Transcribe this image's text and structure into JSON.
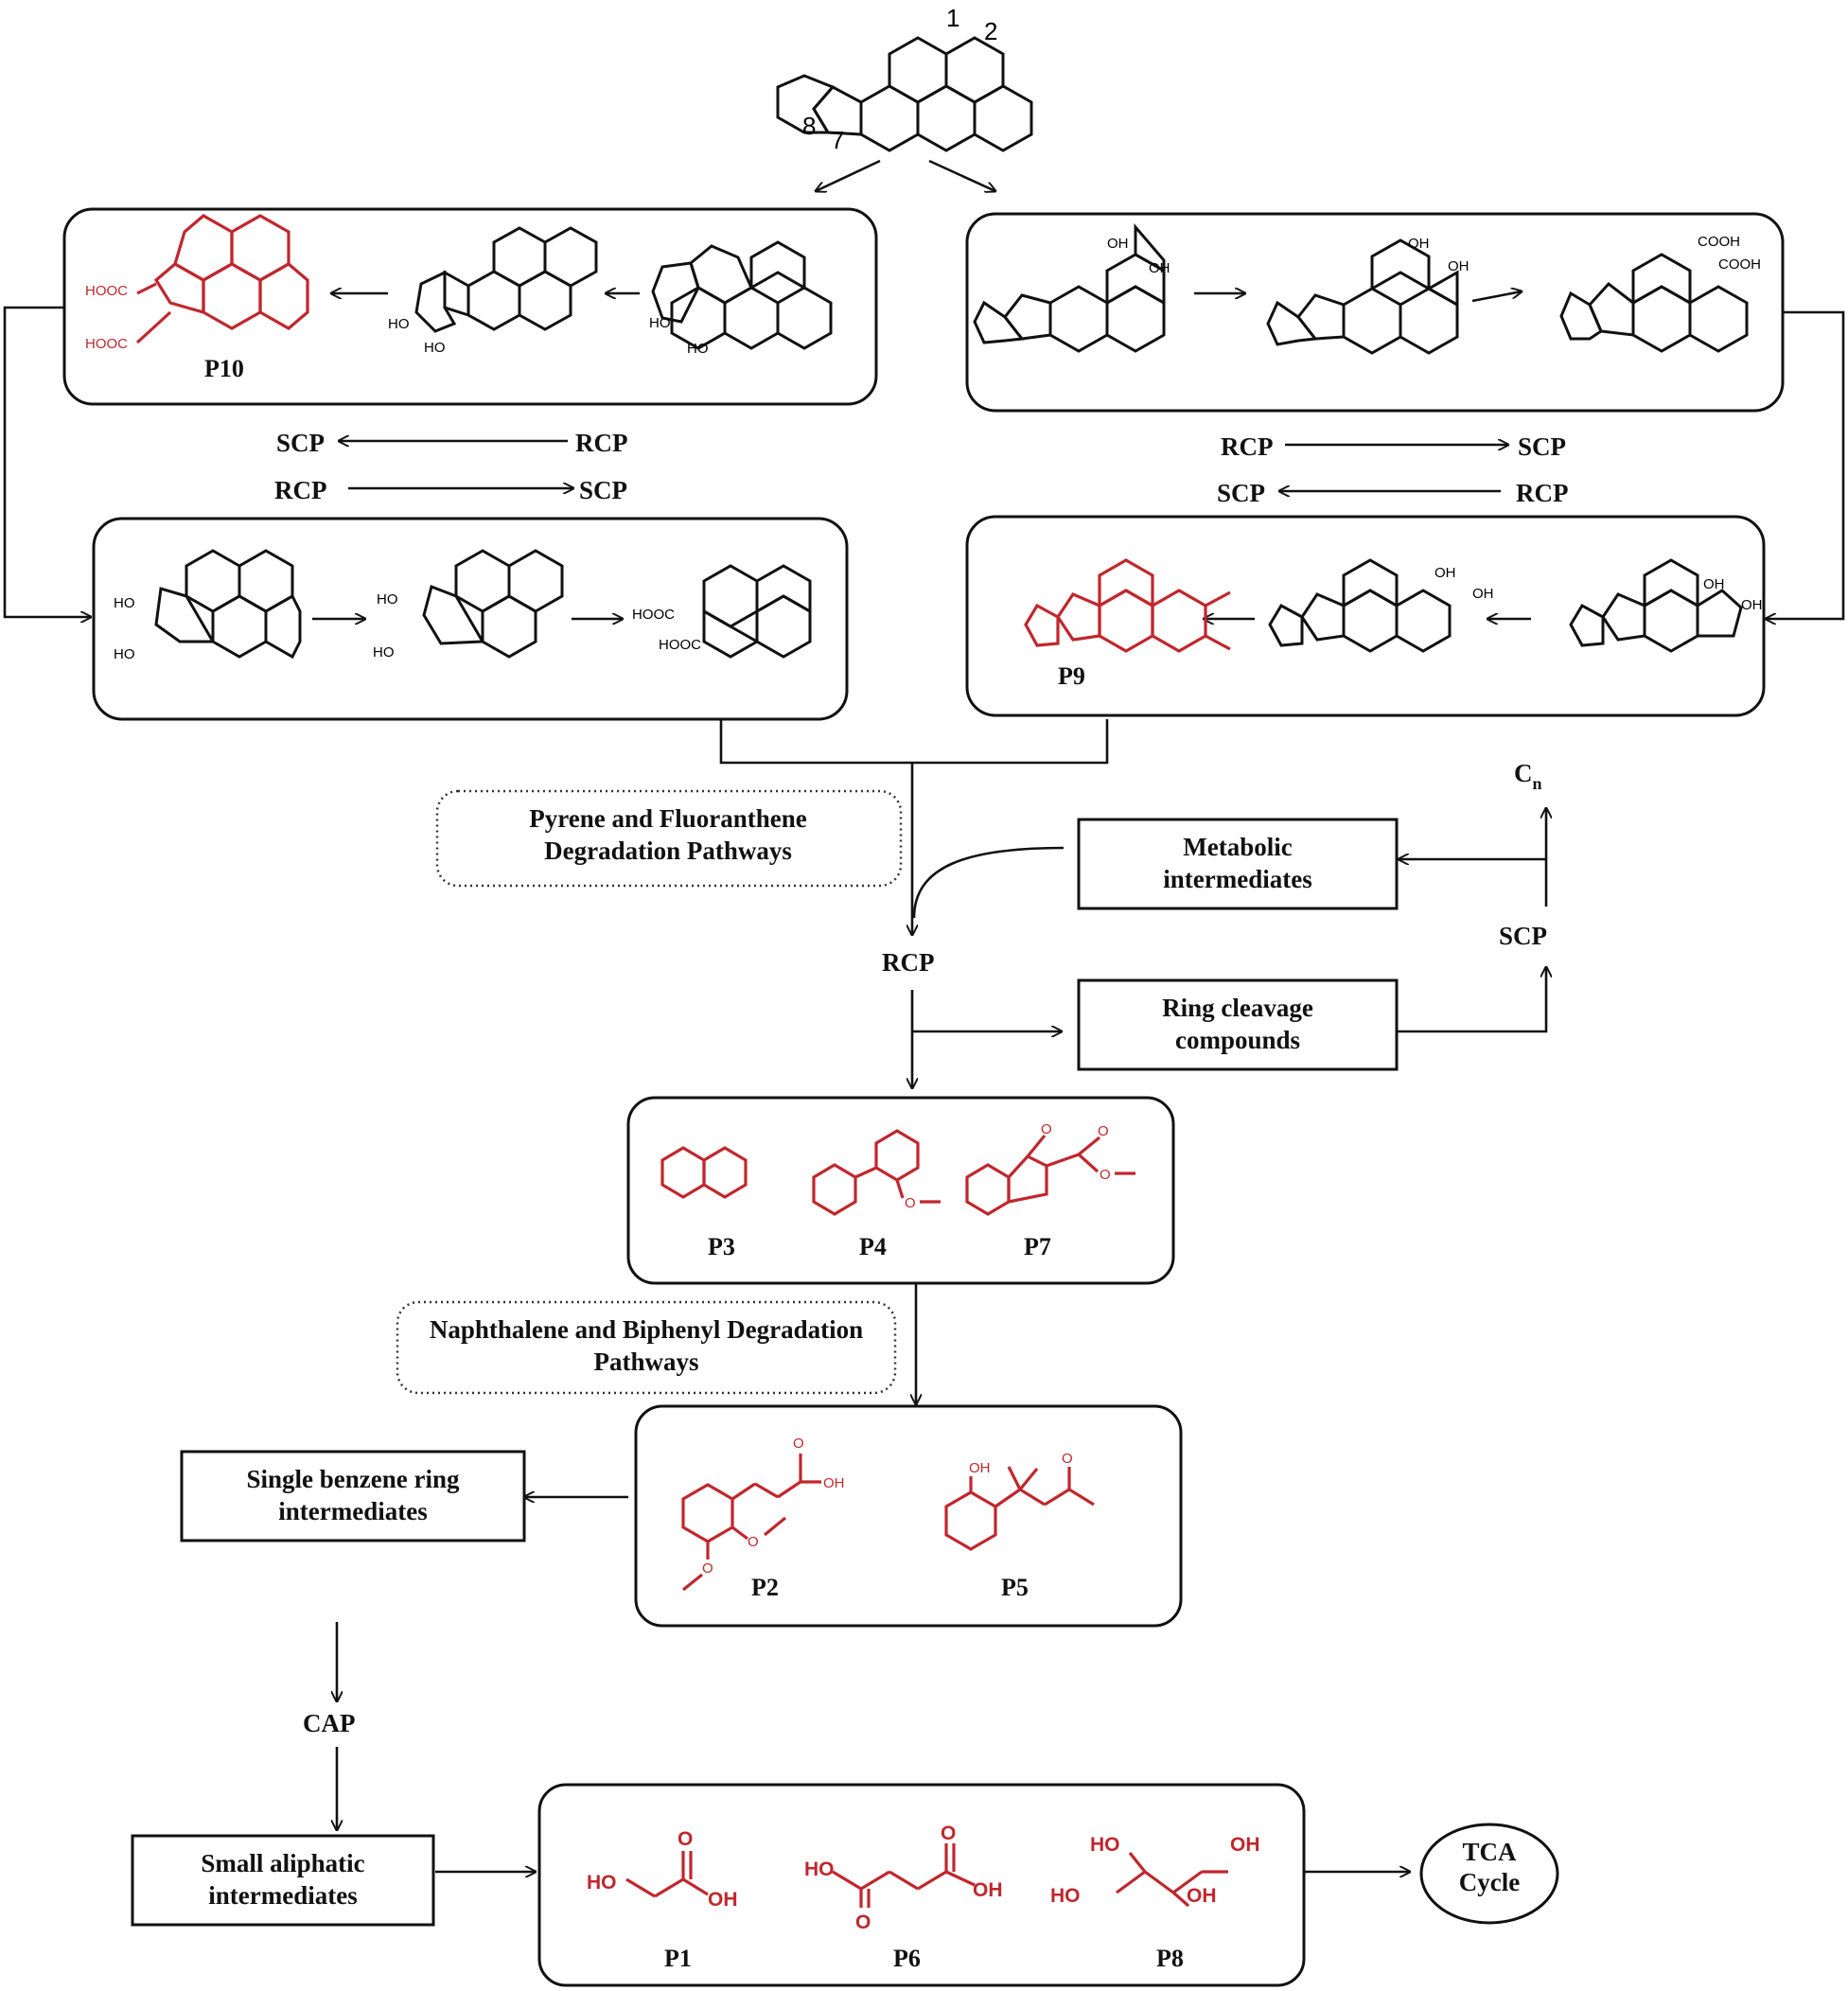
{
  "colors": {
    "product": "#c0272d",
    "ink": "#111111"
  },
  "start": {
    "locants": [
      "1",
      "2",
      "8",
      "7"
    ]
  },
  "left_top": {
    "sub": [
      "HOOC",
      "HOOC",
      "HO",
      "HO",
      "HO",
      "HO"
    ],
    "label": "P10"
  },
  "right_top": {
    "sub": [
      "OH",
      "OH",
      "OH",
      "OH",
      "COOH",
      "COOH"
    ]
  },
  "left_labels": [
    "SCP",
    "RCP",
    "RCP",
    "SCP"
  ],
  "right_labels": [
    "RCP",
    "SCP",
    "SCP",
    "RCP"
  ],
  "left_bottom": {
    "sub": [
      "HO",
      "HO",
      "HO",
      "HO",
      "HOOC",
      "HOOC"
    ]
  },
  "right_bottom": {
    "sub": [
      "OH",
      "OH",
      "OH",
      "OH"
    ],
    "label": "P9"
  },
  "pyrene_box": [
    "Pyrene and Fluoranthene",
    "Degradation Pathways"
  ],
  "metabolic": [
    "Metabolic",
    "intermediates"
  ],
  "ring_cleavage": [
    "Ring cleavage",
    "compounds"
  ],
  "cn": {
    "base": "C",
    "sub": "n"
  },
  "scp_right": "SCP",
  "rcp_center": "RCP",
  "box3": {
    "labels": [
      "P3",
      "P4",
      "P7"
    ],
    "sub": [
      "O",
      "O",
      "O",
      "O"
    ]
  },
  "naph_box": [
    "Naphthalene and Biphenyl Degradation",
    "Pathways"
  ],
  "box4": {
    "labels": [
      "P2",
      "P5"
    ],
    "sub": [
      "O",
      "OH",
      "O",
      "O",
      "OH",
      "O"
    ]
  },
  "single_benzene": [
    "Single benzene ring",
    "intermediates"
  ],
  "cap": "CAP",
  "small_aliphatic": [
    "Small aliphatic",
    "intermediates"
  ],
  "box5": {
    "labels": [
      "P1",
      "P6",
      "P8"
    ],
    "p1": [
      "HO",
      "O",
      "OH"
    ],
    "p6": [
      "HO",
      "O",
      "O",
      "OH"
    ],
    "p8": [
      "HO",
      "OH",
      "HO",
      "OH"
    ]
  },
  "tca": [
    "TCA",
    "Cycle"
  ]
}
